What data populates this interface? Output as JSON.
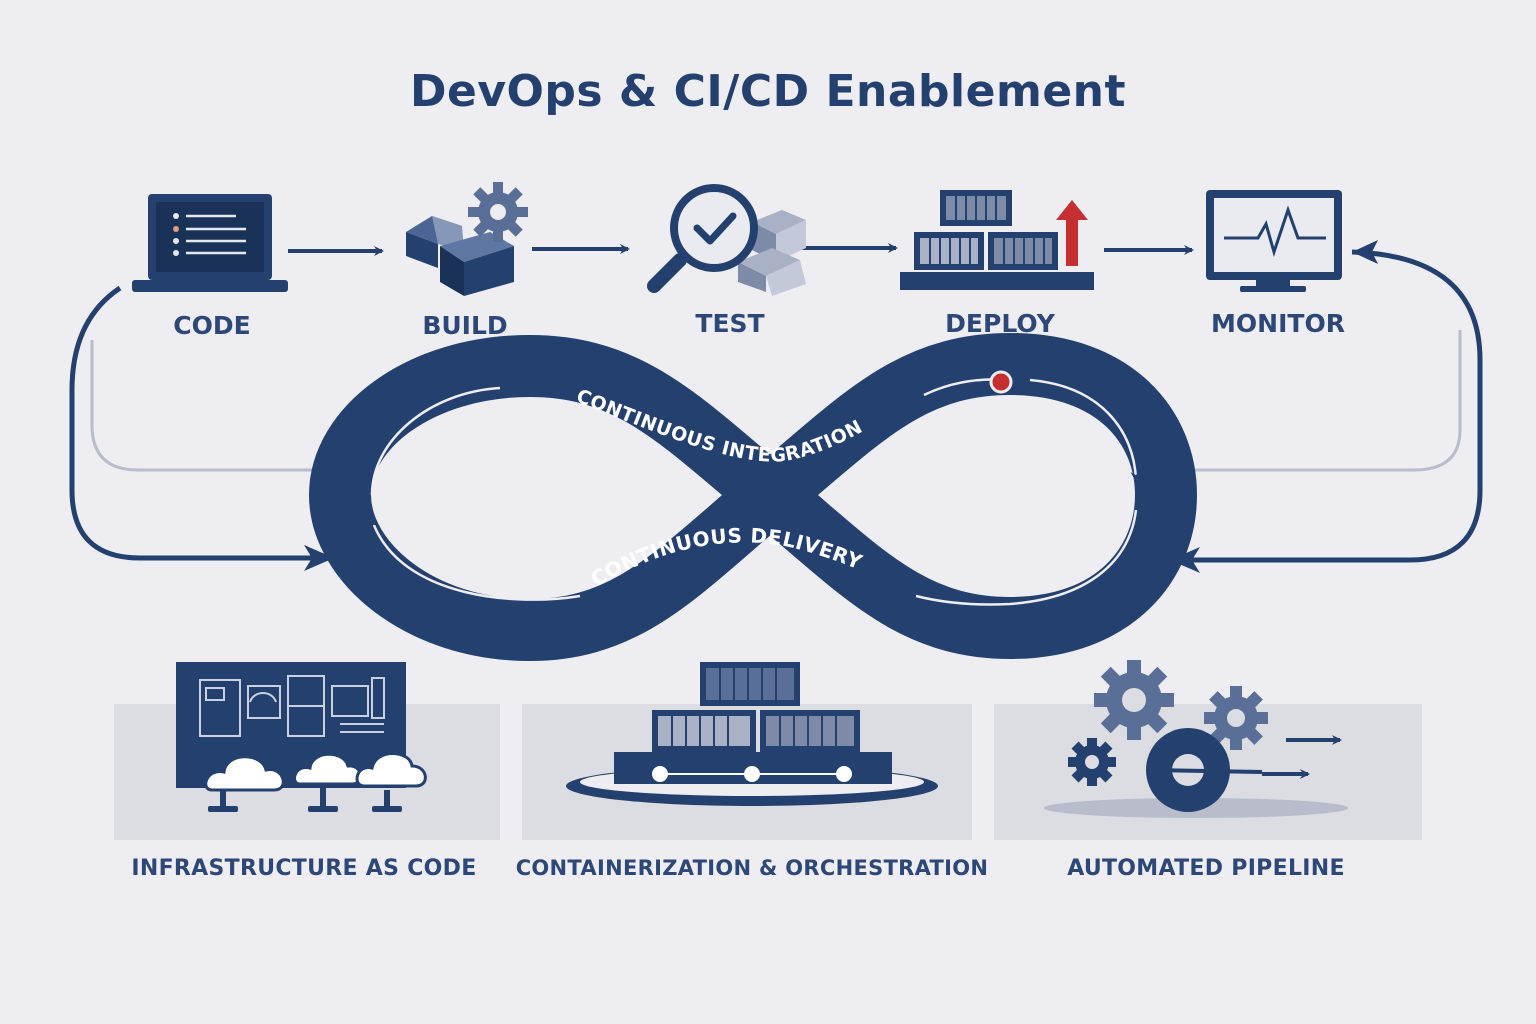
{
  "title": "DevOps & CI/CD Enablement",
  "stages": [
    {
      "label": "CODE",
      "icon": "laptop-icon"
    },
    {
      "label": "BUILD",
      "icon": "build-blocks-icon"
    },
    {
      "label": "TEST",
      "icon": "magnifier-check-icon"
    },
    {
      "label": "DEPLOY",
      "icon": "deploy-containers-icon"
    },
    {
      "label": "MONITOR",
      "icon": "monitor-heartbeat-icon"
    }
  ],
  "loop": {
    "top_label": "CONTINUOUS INTEGRATION",
    "bottom_label": "CONTINUOUS DELIVERY"
  },
  "capabilities": [
    {
      "label": "INFRASTRUCTURE AS CODE",
      "icon": "blueprint-clouds-icon"
    },
    {
      "label": "CONTAINERIZATION & ORCHESTRATION",
      "icon": "container-ship-icon"
    },
    {
      "label": "AUTOMATED PIPELINE",
      "icon": "gears-pipeline-icon"
    }
  ],
  "colors": {
    "primary": "#24406e",
    "accent": "#c62f2f",
    "background": "#eeeef2",
    "panel": "#dcdce3"
  }
}
